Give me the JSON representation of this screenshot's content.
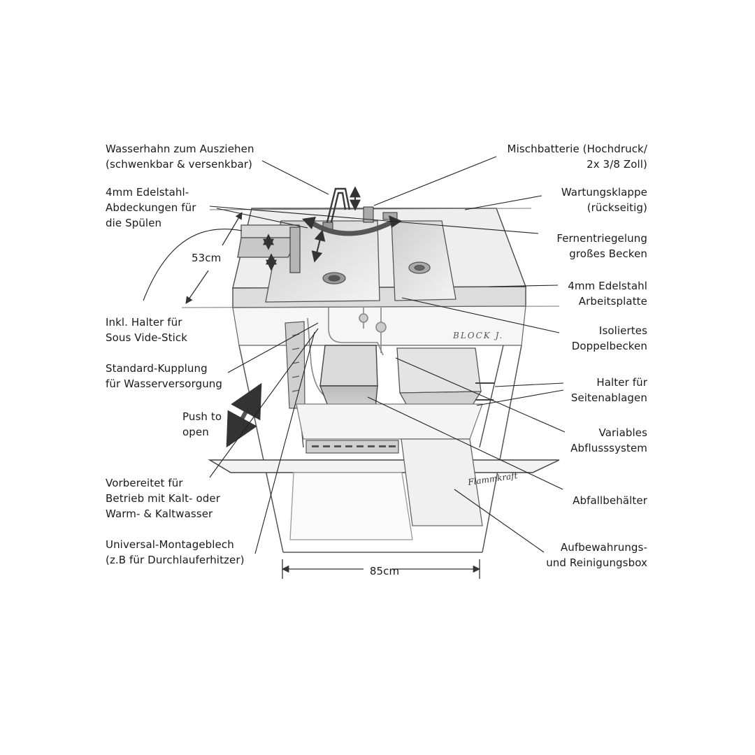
{
  "labels": {
    "faucet": [
      "Wasserhahn zum Ausziehen",
      "(schwenkbar & versenkbar)"
    ],
    "covers": [
      "4mm Edelstahl-",
      "Abdeckungen für",
      "die Spülen"
    ],
    "depth": "53cm",
    "sousvide": [
      "Inkl. Halter für",
      "Sous Vide-Stick"
    ],
    "coupling": [
      "Standard-Kupplung",
      "für Wasserversorgung"
    ],
    "push": [
      "Push to",
      "open"
    ],
    "coldwarm": [
      "Vorbereitet für",
      "Betrieb mit Kalt- oder",
      "Warm- & Kaltwasser"
    ],
    "mounting": [
      "Universal-Montageblech",
      "(z.B für Durchlauferhitzer)"
    ],
    "width": "85cm",
    "mixer": [
      "Mischbatterie (Hochdruck/",
      "2x 3/8 Zoll)"
    ],
    "service": [
      "Wartungsklappe",
      "(rückseitig)"
    ],
    "remote": [
      "Fernentriegelung",
      "großes Becken"
    ],
    "worktop": [
      "4mm Edelstahl",
      "Arbeitsplatte"
    ],
    "double": [
      "Isoliertes",
      "Doppelbecken"
    ],
    "side": [
      "Halter für",
      "Seitenablagen"
    ],
    "drain": [
      "Variables",
      "Abflusssystem"
    ],
    "waste": "Abfallbehälter",
    "storage": [
      "Aufbewahrungs-",
      "und Reinigungsbox"
    ]
  },
  "brand": {
    "front_logo": "BLOCK J.",
    "signature": "Flammkraft"
  }
}
